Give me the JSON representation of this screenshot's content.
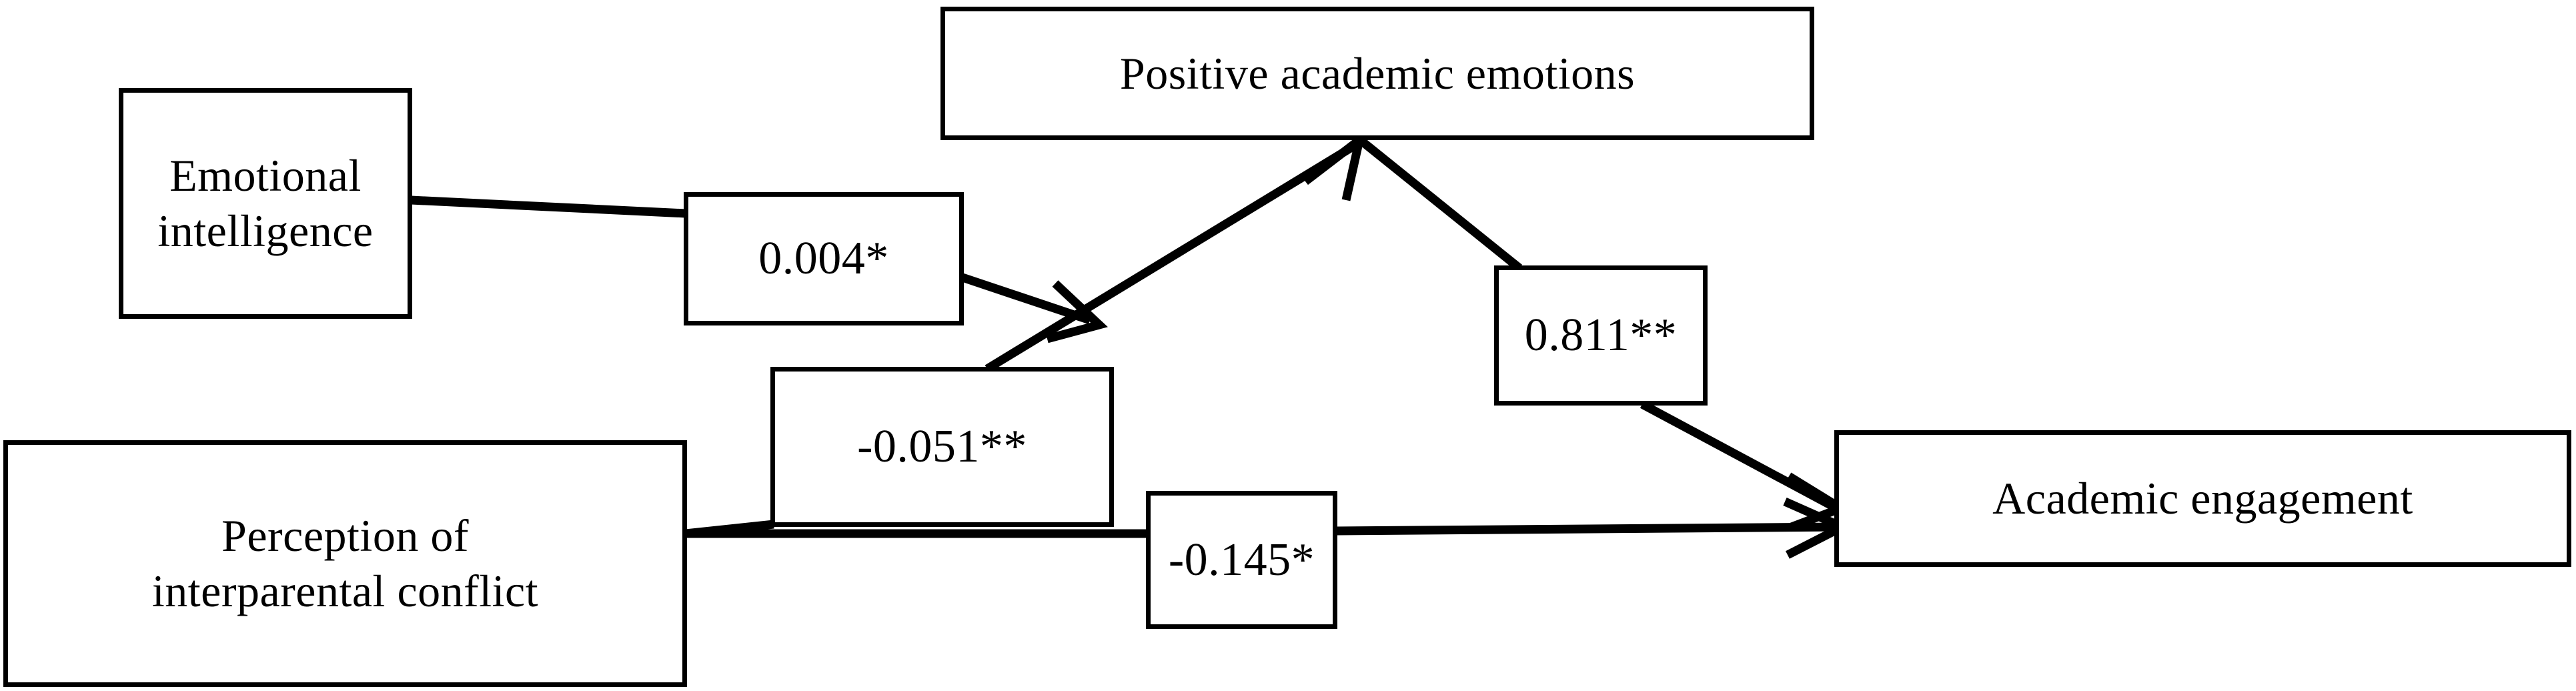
{
  "diagram": {
    "type": "path-model",
    "background_color": "#ffffff",
    "line_color": "#000000",
    "nodes": [
      {
        "id": "emotional-intelligence",
        "label": "Emotional\nintelligence"
      },
      {
        "id": "positive-emotions",
        "label": "Positive academic emotions"
      },
      {
        "id": "perception-conflict",
        "label": "Perception of\ninterparental conflict"
      },
      {
        "id": "academic-engagement",
        "label": "Academic engagement"
      }
    ],
    "coefficients": [
      {
        "id": "ei-to-pae",
        "value": "0.004*",
        "from": "emotional-intelligence",
        "to": "positive-emotions"
      },
      {
        "id": "pic-to-pae",
        "value": "-0.051**",
        "from": "perception-conflict",
        "to": "positive-emotions"
      },
      {
        "id": "pae-to-ae",
        "value": "0.811**",
        "from": "positive-emotions",
        "to": "academic-engagement"
      },
      {
        "id": "pic-to-ae",
        "value": "-0.145*",
        "from": "perception-conflict",
        "to": "academic-engagement"
      }
    ]
  },
  "chart_data": {
    "type": "diagram",
    "title": "",
    "nodes": [
      "Emotional intelligence",
      "Positive academic emotions",
      "Perception of interparental conflict",
      "Academic engagement"
    ],
    "edges": [
      {
        "source": "Emotional intelligence",
        "target": "Positive academic emotions",
        "label": "0.004*",
        "estimate": 0.004,
        "significance": "*"
      },
      {
        "source": "Perception of interparental conflict",
        "target": "Positive academic emotions",
        "label": "-0.051**",
        "estimate": -0.051,
        "significance": "**"
      },
      {
        "source": "Positive academic emotions",
        "target": "Academic engagement",
        "label": "0.811**",
        "estimate": 0.811,
        "significance": "**"
      },
      {
        "source": "Perception of interparental conflict",
        "target": "Academic engagement",
        "label": "-0.145*",
        "estimate": -0.145,
        "significance": "*"
      }
    ]
  }
}
